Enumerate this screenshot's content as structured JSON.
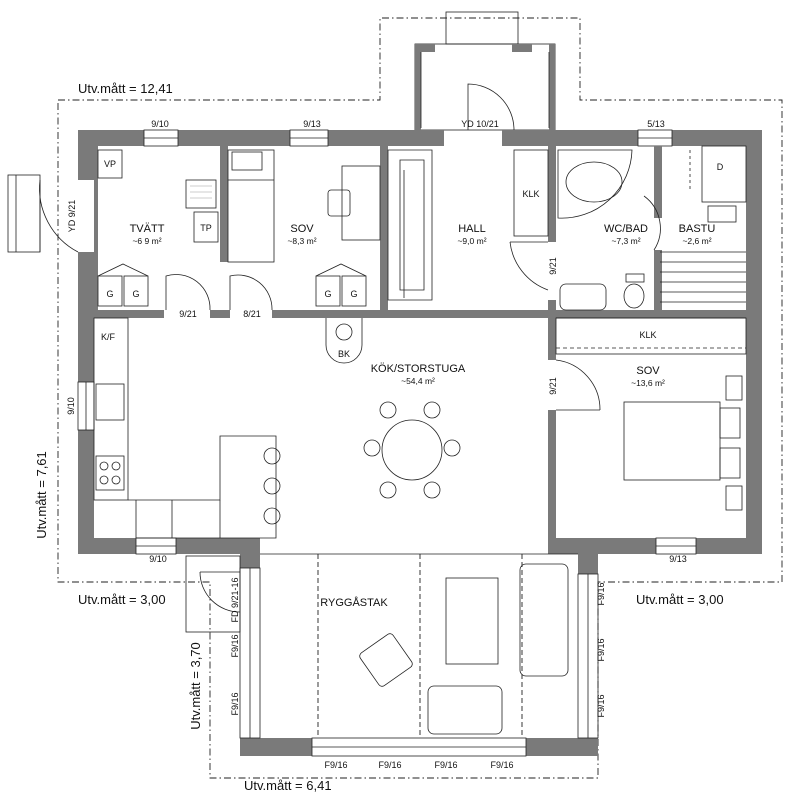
{
  "rooms": {
    "tvatt": {
      "name": "TVÄTT",
      "area": "~6 9 m²"
    },
    "sov1": {
      "name": "SOV",
      "area": "~8,3 m²"
    },
    "hall": {
      "name": "HALL",
      "area": "~9,0 m²"
    },
    "wcbad": {
      "name": "WC/BAD",
      "area": "~7,3 m²"
    },
    "bastu": {
      "name": "BASTU",
      "area": "~2,6 m²"
    },
    "kok": {
      "name": "KÖK/STORSTUGA",
      "area": "~54,4 m²"
    },
    "sov2": {
      "name": "SOV",
      "area": "~13,6 m²"
    },
    "ryggastak": {
      "name": "RYGGÅSTAK"
    }
  },
  "fixtures": {
    "vp": "VP",
    "tp": "TP",
    "g": "G",
    "d": "D",
    "kf": "K/F",
    "bk": "BK",
    "klk": "KLK"
  },
  "openings": {
    "w_910_top": "9/10",
    "w_913_top": "9/13",
    "door_yd_1021": "YD 10/21",
    "w_513": "5/13",
    "door_yd_921": "YD 9/21",
    "w_910_left": "9/10",
    "w_910_bottom": "9/10",
    "w_913_bottom": "9/13",
    "door_921_a": "9/21",
    "door_821": "8/21",
    "door_921_hall": "9/21",
    "door_921_sov": "9/21",
    "fd": "FD 9/21-16",
    "f916": "F9/16"
  },
  "dimensions": {
    "top": "Utv.mått = 12,41",
    "left": "Utv.mått = 7,61",
    "bottom_left": "Utv.mått = 3,00",
    "bottom_right": "Utv.mått = 3,00",
    "porch_side": "Utv.mått = 3,70",
    "porch_bottom": "Utv.mått = 6,41"
  }
}
